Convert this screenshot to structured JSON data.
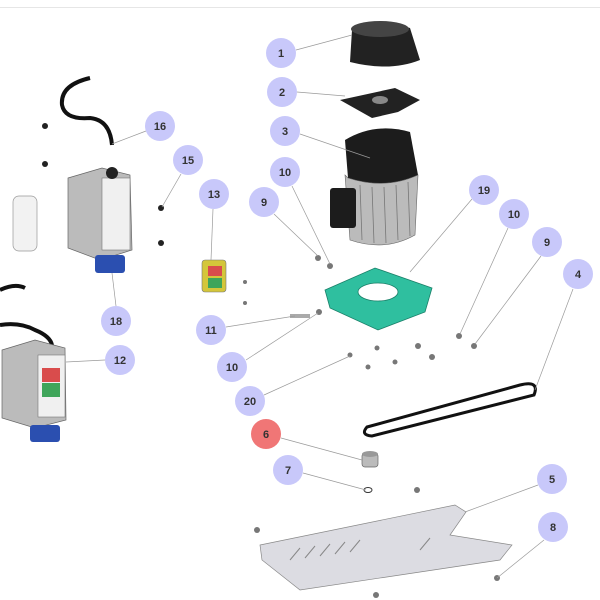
{
  "diagram": {
    "highlight_color": "#f07676",
    "balloon_color": "#c8c8fa",
    "accent_bracket_color": "#2fbf9f",
    "callouts": [
      {
        "label": "1",
        "part": "fan-cover",
        "active": false
      },
      {
        "label": "2",
        "part": "fan",
        "active": false
      },
      {
        "label": "3",
        "part": "motor",
        "active": false
      },
      {
        "label": "10",
        "part": "nut",
        "active": false
      },
      {
        "label": "9",
        "part": "screw",
        "active": false
      },
      {
        "label": "16",
        "part": "cable",
        "active": false
      },
      {
        "label": "15",
        "part": "screw",
        "active": false
      },
      {
        "label": "13",
        "part": "switch",
        "active": false
      },
      {
        "label": "19",
        "part": "motor-bracket",
        "active": false
      },
      {
        "label": "10",
        "part": "nut",
        "active": false
      },
      {
        "label": "9",
        "part": "screw",
        "active": false
      },
      {
        "label": "4",
        "part": "belt",
        "active": false
      },
      {
        "label": "18",
        "part": "switch-box",
        "active": false
      },
      {
        "label": "11",
        "part": "bolt",
        "active": false
      },
      {
        "label": "12",
        "part": "switch-box",
        "active": false
      },
      {
        "label": "10",
        "part": "nut",
        "active": false
      },
      {
        "label": "20",
        "part": "screw",
        "active": false
      },
      {
        "label": "6",
        "part": "pulley",
        "active": true
      },
      {
        "label": "7",
        "part": "washer",
        "active": false
      },
      {
        "label": "5",
        "part": "base-plate",
        "active": false
      },
      {
        "label": "8",
        "part": "screw",
        "active": false
      }
    ]
  }
}
